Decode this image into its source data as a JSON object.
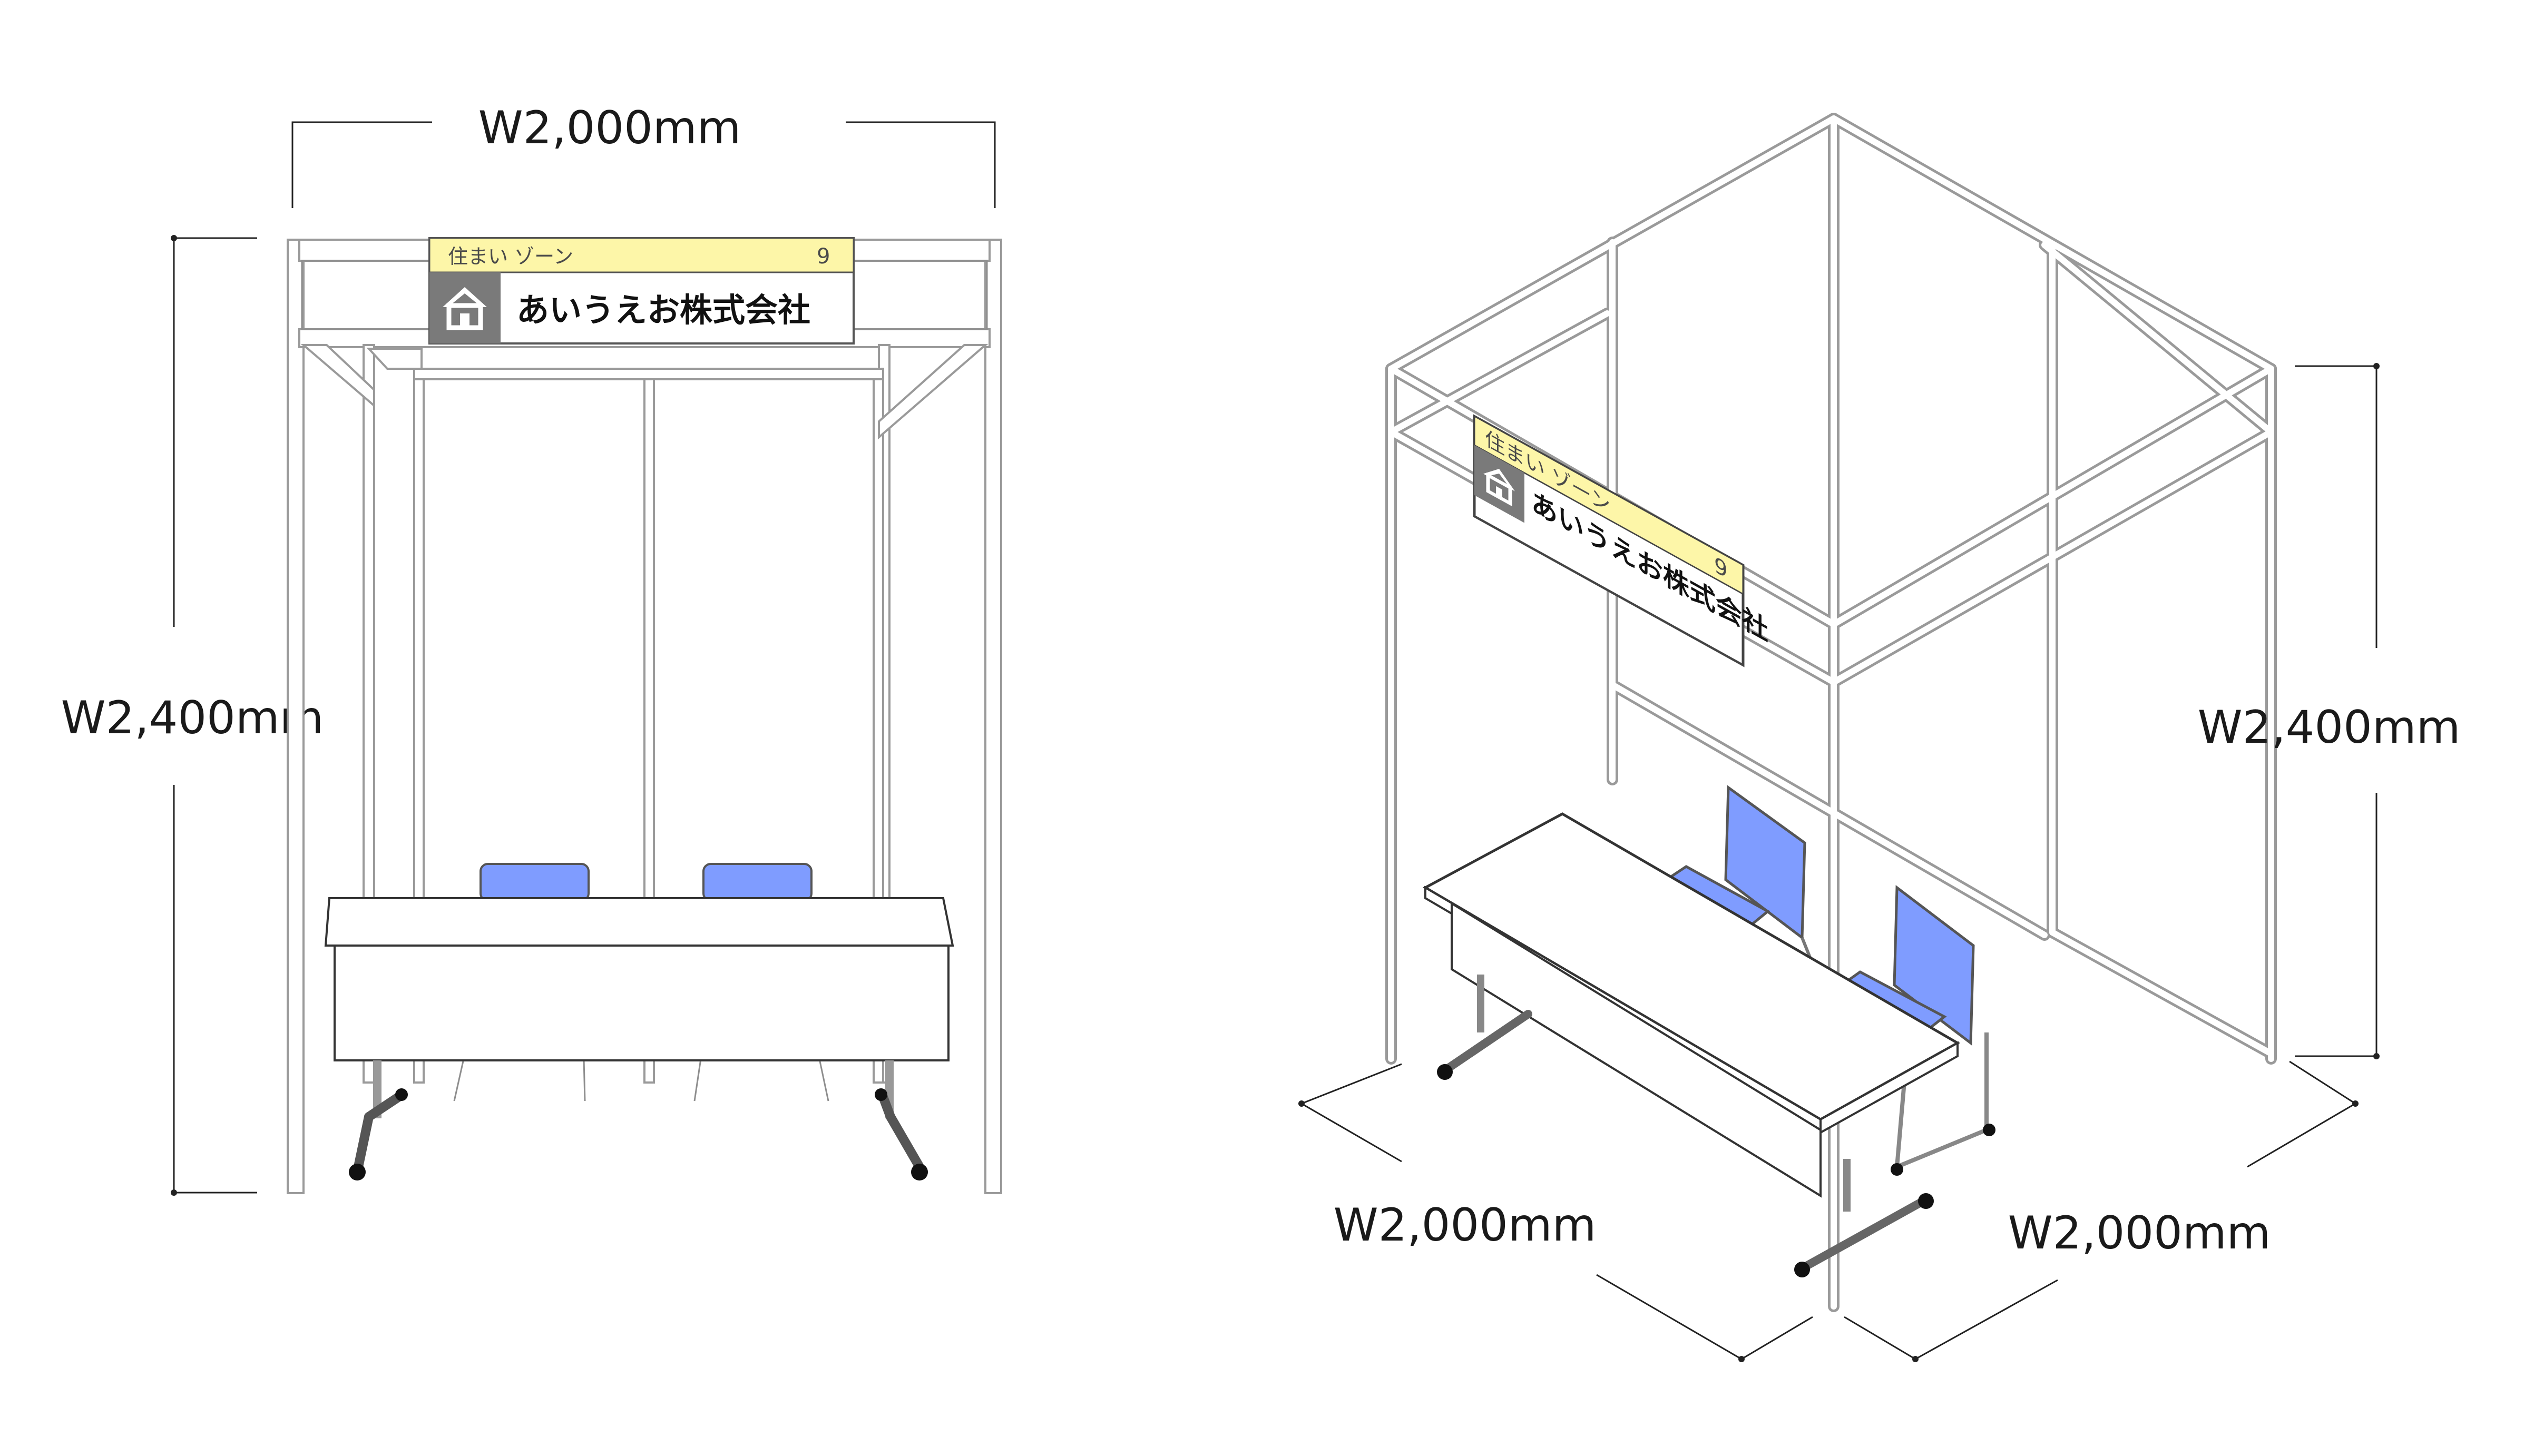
{
  "front_view": {
    "width_label": "W2,000mm",
    "height_label": "W2,400mm",
    "sign": {
      "zone": "住まい ゾーン",
      "number": "9",
      "company": "あいうえお株式会社",
      "icon": "house-icon"
    }
  },
  "iso_view": {
    "height_label": "W2,400mm",
    "width_left_label": "W2,000mm",
    "width_right_label": "W2,000mm",
    "sign": {
      "zone": "住まい ゾーン",
      "number": "9",
      "company": "あいうえお株式会社",
      "icon": "house-icon"
    }
  },
  "colors": {
    "sign_header": "#fdf6a8",
    "chair": "#7f9cff",
    "frame": "#9a9a9a",
    "icon_bg": "#7a7a7a"
  }
}
